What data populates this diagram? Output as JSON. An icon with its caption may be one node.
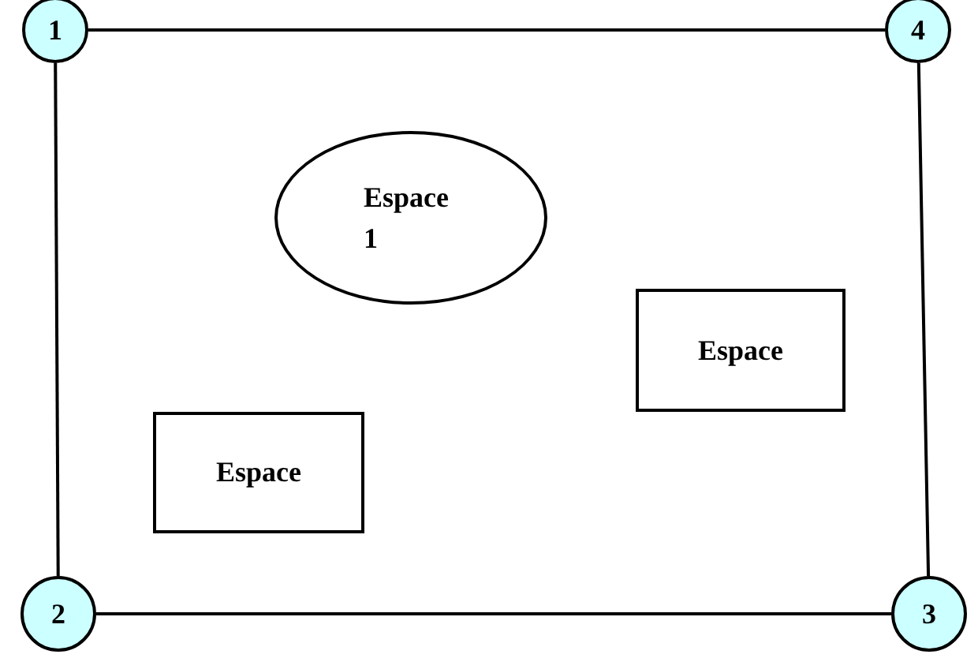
{
  "diagram": {
    "nodes": [
      {
        "text": [
          "1"
        ]
      },
      {
        "text": [
          "4"
        ]
      },
      {
        "text": [
          "Espace 1"
        ]
      },
      {
        "text": [
          "Espace"
        ]
      },
      {
        "text": [
          "Espace"
        ]
      },
      {
        "text": [
          "2"
        ]
      },
      {
        "text": [
          "3"
        ]
      }
    ],
    "edges": [
      {
        "from": 0,
        "to": 1,
        "arrow": "none"
      },
      {
        "from": 0,
        "to": 5,
        "arrow": "none"
      },
      {
        "from": 5,
        "to": 6,
        "arrow": "none"
      },
      {
        "from": 1,
        "to": 6,
        "arrow": "none"
      }
    ]
  }
}
